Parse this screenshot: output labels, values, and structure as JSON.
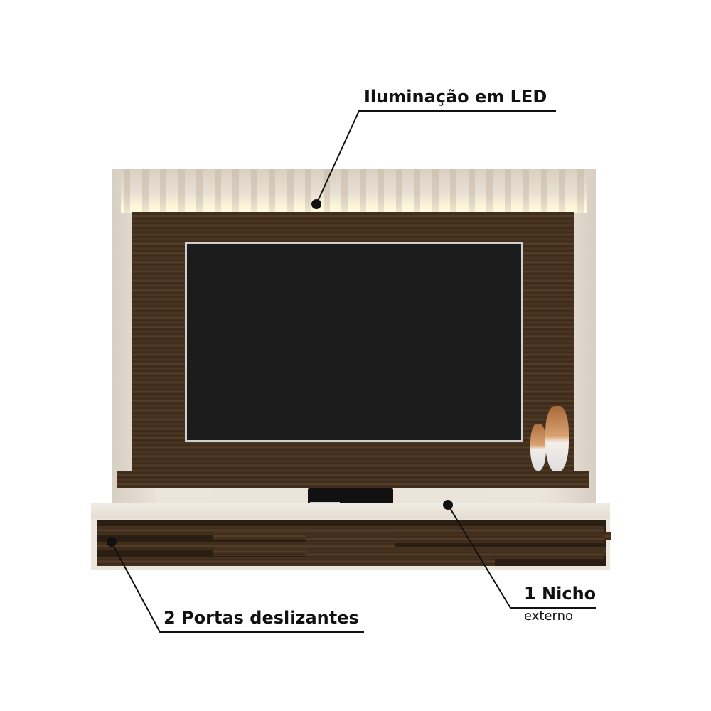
{
  "callouts": {
    "led": {
      "label": "Iluminação em LED"
    },
    "doors": {
      "label": "2 Portas deslizantes"
    },
    "niche": {
      "label": "1 Nicho",
      "sublabel": "externo"
    }
  },
  "colors": {
    "wood": "#4a3522",
    "cream": "#e6ded3",
    "tv_screen": "#1c1c1c",
    "led_glow": "#fffbe0",
    "callout": "#111111"
  }
}
